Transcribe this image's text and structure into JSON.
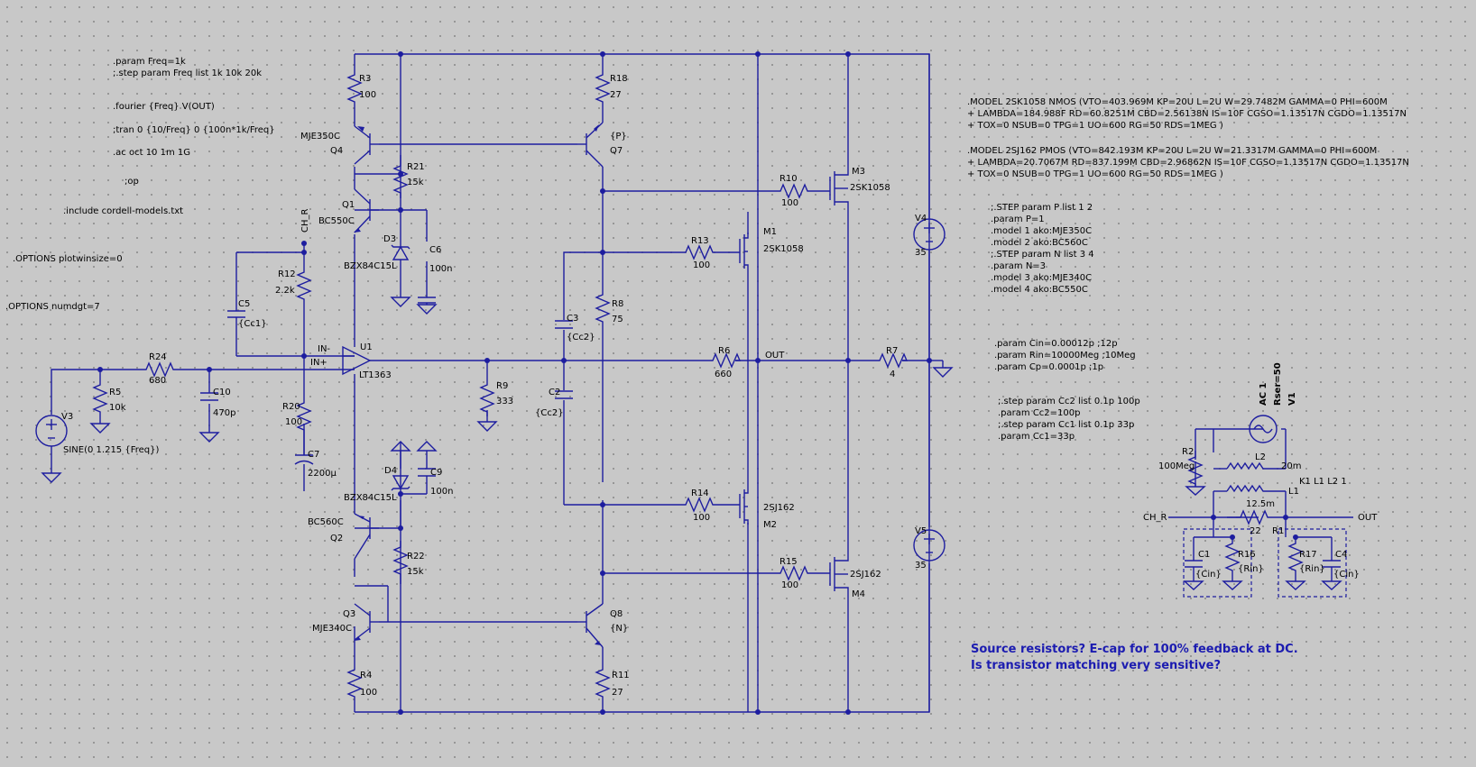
{
  "directives": {
    "param_freq": ".param Freq=1k",
    "step_freq": ";.step param Freq list 1k 10k 20k",
    "fourier": ".fourier {Freq} V(OUT)",
    "tran": ";tran 0 {10/Freq} 0 {100n*1k/Freq}",
    "ac": ".ac oct 10 1m 1G",
    "op": ";op",
    "include": ".include cordell-models.txt",
    "opt_plot": ".OPTIONS plotwinsize=0",
    "opt_numdgt": ".OPTIONS numdgt=7"
  },
  "models": {
    "nmos1": ".MODEL 2SK1058 NMOS (VTO=403.969M KP=20U L=2U W=29.7482M GAMMA=0 PHI=600M",
    "nmos2": "+ LAMBDA=184.988F RD=60.8251M CBD=2.56138N IS=10F CGSO=1.13517N CGDO=1.13517N",
    "nmos3": "+ TOX=0 NSUB=0 TPG=1 UO=600 RG=50 RDS=1MEG )",
    "pmos1": ".MODEL 2SJ162 PMOS (VTO=842.193M KP=20U L=2U W=21.3317M GAMMA=0 PHI=600M",
    "pmos2": "+ LAMBDA=20.7067M RD=837.199M CBD=2.96862N IS=10F CGSO=1.13517N CGDO=1.13517N",
    "pmos3": "+ TOX=0 NSUB=0 TPG=1 UO=600 RG=50 RDS=1MEG )"
  },
  "params": {
    "p1": ";.STEP param P list 1 2",
    "p2": ".param P=1",
    "p3": ".model 1 ako:MJE350C",
    "p4": ".model 2 ako:BC560C",
    "p5": ";.STEP param N list 3 4",
    "p6": ".param N=3",
    "p7": ".model 3 ako:MJE340C",
    "p8": ".model 4 ako:BC550C",
    "q1": ".param Cin=0.00012p  ;12p",
    "q2": ".param Rin=10000Meg ;10Meg",
    "q3": ".param Cp=0.0001p    ;1p",
    "r1": ";.step param Cc2 list 0.1p 100p",
    "r2": ".param Cc2=100p",
    "r3": ";.step param Cc1 list 0.1p 33p",
    "r4": ".param Cc1=33p"
  },
  "notes": {
    "line1": "Source resistors? E-cap for 100% feedback at DC.",
    "line2": "Is transistor matching very sensitive?"
  },
  "components": {
    "R3": "R3",
    "R3v": "100",
    "R18": "R18",
    "R18v": "27",
    "Q4": "Q4",
    "Q4m": "MJE350C",
    "Q7": "Q7",
    "Q7m": "{P}",
    "R21": "R21",
    "R21v": "15k",
    "Q1": "Q1",
    "Q1m": "BC550C",
    "D3": "D3",
    "D3m": "BZX84C15L",
    "C6": "C6",
    "C6v": "100n",
    "M3": "M3",
    "M3m": "2SK1058",
    "R10": "R10",
    "R10v": "100",
    "M1": "M1",
    "M1m": "2SK1058",
    "R13": "R13",
    "R13v": "100",
    "V4": "V4",
    "V4v": "35",
    "CH_R": "CH_R",
    "R12": "R12",
    "R12v": "2.2k",
    "C5": "C5",
    "C5v": "{Cc1}",
    "C3": "C3",
    "C3v": "{Cc2}",
    "R8": "R8",
    "R8v": "75",
    "IN_minus": "IN-",
    "IN_plus": "IN+",
    "U1": "U1",
    "U1m": "LT1363",
    "R6": "R6",
    "R6v": "660",
    "OUT": "OUT",
    "R7": "R7",
    "R7v": "4",
    "R24": "R24",
    "R24v": "680",
    "R5": "R5",
    "R5v": "10k",
    "C10": "C10",
    "C10v": "470p",
    "V3": "V3",
    "V3v": "SINE(0 1.215 {Freq})",
    "R9": "R9",
    "R9v": "333",
    "C2": "C2",
    "C2v": "{Cc2}",
    "R20": "R20",
    "R20v": "100",
    "C7": "C7",
    "C7v": "2200µ",
    "D4": "D4",
    "D4m": "BZX84C15L",
    "C9": "C9",
    "C9v": "100n",
    "Q2": "Q2",
    "Q2m": "BC560C",
    "R14": "R14",
    "R14v": "100",
    "M2": "M2",
    "M2m": "2SJ162",
    "R22": "R22",
    "R22v": "15k",
    "R15": "R15",
    "R15v": "100",
    "M4": "M4",
    "M4m": "2SJ162",
    "V5": "V5",
    "V5v": "35",
    "Q3": "Q3",
    "Q3m": "MJE340C",
    "Q8": "Q8",
    "Q8m": "{N}",
    "R4": "R4",
    "R4v": "100",
    "R11": "R11",
    "R11v": "27"
  },
  "cable": {
    "AC1": "AC 1",
    "Rser": "Rser=50",
    "V1": "V1",
    "R2": "R2",
    "R2v": "100Meg",
    "L2": "L2",
    "L2v": "20m",
    "K1": "K1 L1 L2 1",
    "L1": "L1",
    "L1v": "12.5m",
    "CH_R": "CH_R",
    "OUT": "OUT",
    "R1": "R1",
    "R1v": "22",
    "C1": "C1",
    "C1v": "{Cin}",
    "R16": "R16",
    "R16v": "{Rin}",
    "R17": "R17",
    "R17v": "{Rin}",
    "C4": "C4",
    "C4v": "{Cin}"
  }
}
